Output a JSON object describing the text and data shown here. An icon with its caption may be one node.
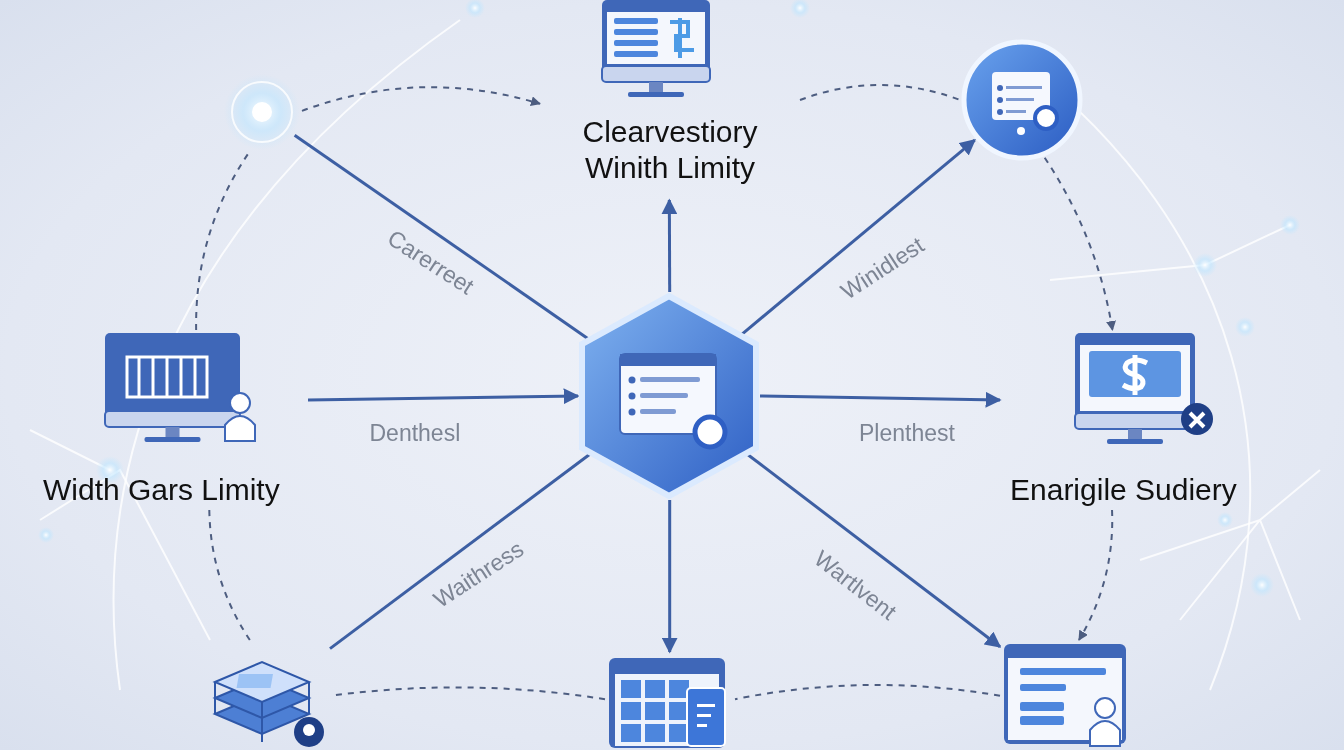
{
  "diagram": {
    "nodes": [
      {
        "text": [],
        "shape": "hexagon"
      },
      {
        "text": [
          "Clearvestiory Winith Limity"
        ]
      },
      {
        "text": [],
        "shape": "circle"
      },
      {
        "text": [
          "Width Gars Limity"
        ]
      },
      {
        "text": [
          "Enarigile Sudiery"
        ]
      },
      {
        "text": [],
        "shape": "picture"
      },
      {
        "text": [],
        "shape": "picture"
      },
      {
        "text": [],
        "shape": "picture"
      },
      {
        "text": [],
        "shape": "circle"
      }
    ],
    "edges": [
      {
        "from": 0,
        "to": 1,
        "arrow": "to"
      },
      {
        "from": 2,
        "to": 0,
        "arrow": "none",
        "label": "Carerreet"
      },
      {
        "from": 0,
        "to": 8,
        "arrow": "to",
        "label": "Winidlest"
      },
      {
        "from": 3,
        "to": 0,
        "arrow": "to",
        "label": "Denthesl"
      },
      {
        "from": 0,
        "to": 4,
        "arrow": "to",
        "label": "Plenthest"
      },
      {
        "from": 5,
        "to": 0,
        "arrow": "none",
        "label": "Waithress"
      },
      {
        "from": 0,
        "to": 6,
        "arrow": "to"
      },
      {
        "from": 0,
        "to": 7,
        "arrow": "to",
        "label": "Wartlvent"
      },
      {
        "from": 2,
        "to": 1,
        "arrow": "to",
        "style": "dashed"
      },
      {
        "from": 1,
        "to": 8,
        "arrow": "none",
        "style": "dashed"
      },
      {
        "from": 8,
        "to": 4,
        "arrow": "to",
        "style": "dashed"
      },
      {
        "from": 4,
        "to": 7,
        "arrow": "to",
        "style": "dashed"
      },
      {
        "from": 7,
        "to": 6,
        "arrow": "none",
        "style": "dashed"
      },
      {
        "from": 6,
        "to": 5,
        "arrow": "none",
        "style": "dashed"
      },
      {
        "from": 5,
        "to": 3,
        "arrow": "none",
        "style": "dashed"
      },
      {
        "from": 3,
        "to": 2,
        "arrow": "none",
        "style": "dashed"
      }
    ]
  }
}
